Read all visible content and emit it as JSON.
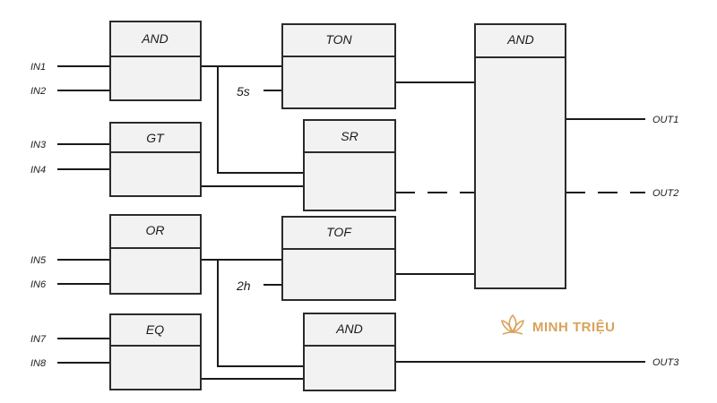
{
  "blocks": {
    "and1": "AND",
    "ton": "TON",
    "and_out": "AND",
    "gt": "GT",
    "sr": "SR",
    "or": "OR",
    "tof": "TOF",
    "eq": "EQ",
    "and3": "AND"
  },
  "params": {
    "ton_time": "5s",
    "tof_time": "2h"
  },
  "inputs": [
    "IN1",
    "IN2",
    "IN3",
    "IN4",
    "IN5",
    "IN6",
    "IN7",
    "IN8"
  ],
  "outputs": [
    "OUT1",
    "OUT2",
    "OUT3"
  ],
  "watermark": {
    "text": "MINH TRIỆU",
    "color": "#d9a25a",
    "icon": "lotus-icon"
  }
}
